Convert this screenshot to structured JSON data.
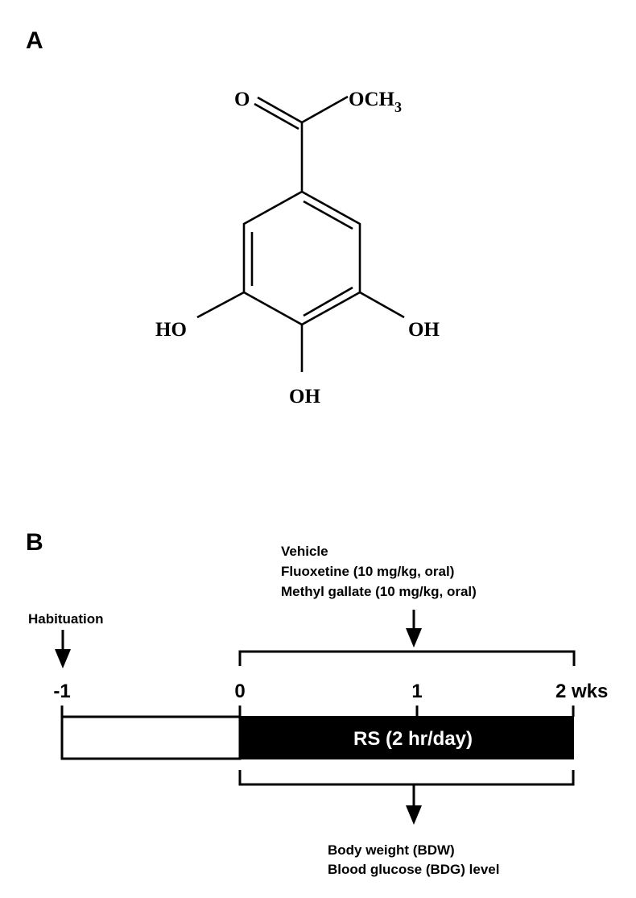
{
  "panel_a": {
    "label": "A",
    "structure": {
      "carbonyl_o": "O",
      "ester_group": "OCH",
      "ester_subscript": "3",
      "left_oh": "HO",
      "right_oh": "OH",
      "bottom_oh": "OH"
    }
  },
  "panel_b": {
    "label": "B",
    "treatments": [
      "Vehicle",
      "Fluoxetine (10 mg/kg, oral)",
      "Methyl gallate (10 mg/kg, oral)"
    ],
    "habituation": "Habituation",
    "ticks": [
      "-1",
      "0",
      "1",
      "2 wks"
    ],
    "bar_label": "RS (2 hr/day)",
    "measurements": [
      "Body weight (BDW)",
      "Blood glucose (BDG) level"
    ],
    "colors": {
      "stress_bar": "#000000",
      "habituation_bar": "#ffffff"
    }
  }
}
